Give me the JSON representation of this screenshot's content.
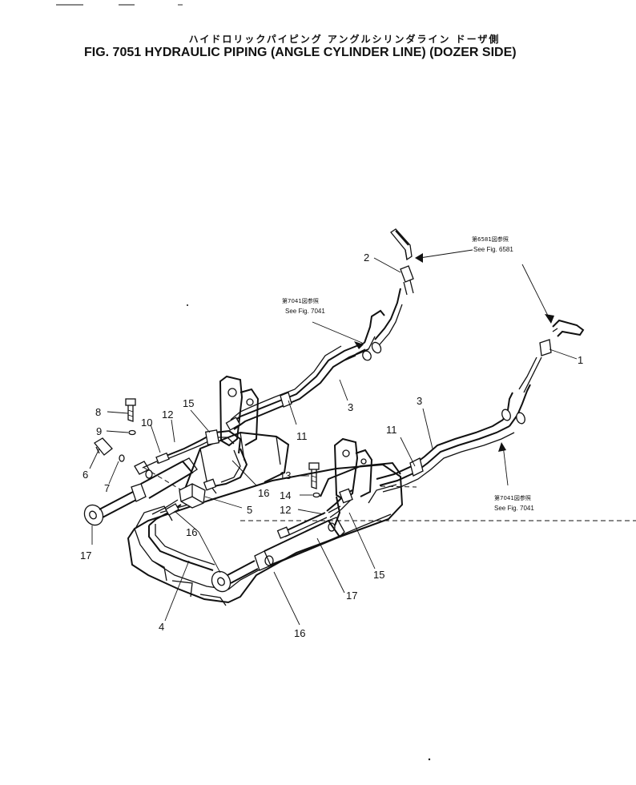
{
  "title": {
    "japanese": "ハイドロリックパイピング アングルシリンダライン ドーザ側",
    "english": "FIG. 7051 HYDRAULIC PIPING (ANGLE CYLINDER LINE) (DOZER SIDE)"
  },
  "references": {
    "fig6581": {
      "jp": "第6581図参照",
      "en": "See Fig. 6581"
    },
    "fig7041_top": {
      "jp": "第7041図参照",
      "en": "See Fig. 7041"
    },
    "fig7041_right": {
      "jp": "第7041図参照",
      "en": "See Fig. 7041"
    }
  },
  "callouts": {
    "c1": "1",
    "c2": "2",
    "c3a": "3",
    "c3b": "3",
    "c4": "4",
    "c5": "5",
    "c6": "6",
    "c7": "7",
    "c8": "8",
    "c9": "9",
    "c10": "10",
    "c11a": "11",
    "c11b": "11",
    "c12a": "12",
    "c12b": "12",
    "c13": "13",
    "c14": "14",
    "c15a": "15",
    "c15b": "15",
    "c16a": "16",
    "c16b": "16",
    "c16c": "16",
    "c17a": "17",
    "c17b": "17"
  }
}
